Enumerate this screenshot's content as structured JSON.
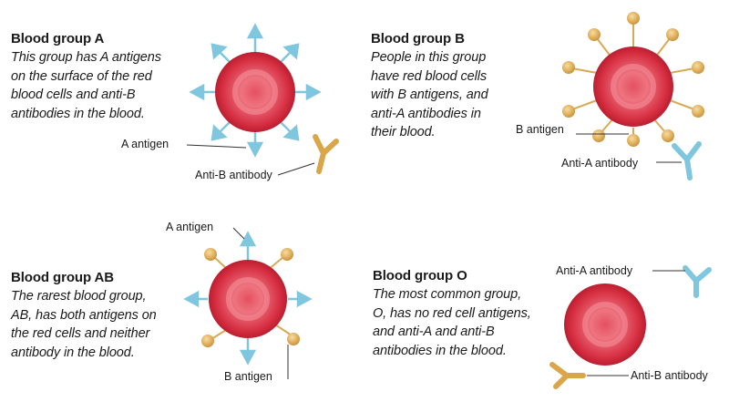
{
  "panels": {
    "a": {
      "title": "Blood group A",
      "desc": [
        "This group has A antigens",
        "on the surface of the red",
        "blood cells and anti-B",
        "antibodies in the blood."
      ],
      "callouts": {
        "antigen": "A antigen",
        "antibody": "Anti-B antibody"
      }
    },
    "b": {
      "title": "Blood group B",
      "desc": [
        "People in this group",
        "have red blood cells",
        "with B antigens, and",
        "anti-A antibodies in",
        "their blood."
      ],
      "callouts": {
        "antigen": "B antigen",
        "antibody": "Anti-A antibody"
      }
    },
    "ab": {
      "title": "Blood group AB",
      "desc": [
        "The rarest blood group,",
        "AB, has both antigens on",
        "the red cells and neither",
        "antibody in the blood."
      ],
      "callouts": {
        "antigen_a": "A antigen",
        "antigen_b": "B antigen"
      }
    },
    "o": {
      "title": "Blood group O",
      "desc": [
        "The most common group,",
        "O, has no red cell antigens,",
        "and anti-A and anti-B",
        "antibodies in the blood."
      ],
      "callouts": {
        "antibody_a": "Anti-A antibody",
        "antibody_b": "Anti-B antibody"
      }
    }
  },
  "colors": {
    "cell_rim": "#d22a3c",
    "cell_inner": "#e8586a",
    "a_antigen": "#7fc6df",
    "b_antigen": "#e0b25a",
    "anti_a": "#7fc6df",
    "anti_b": "#e0b25a"
  }
}
